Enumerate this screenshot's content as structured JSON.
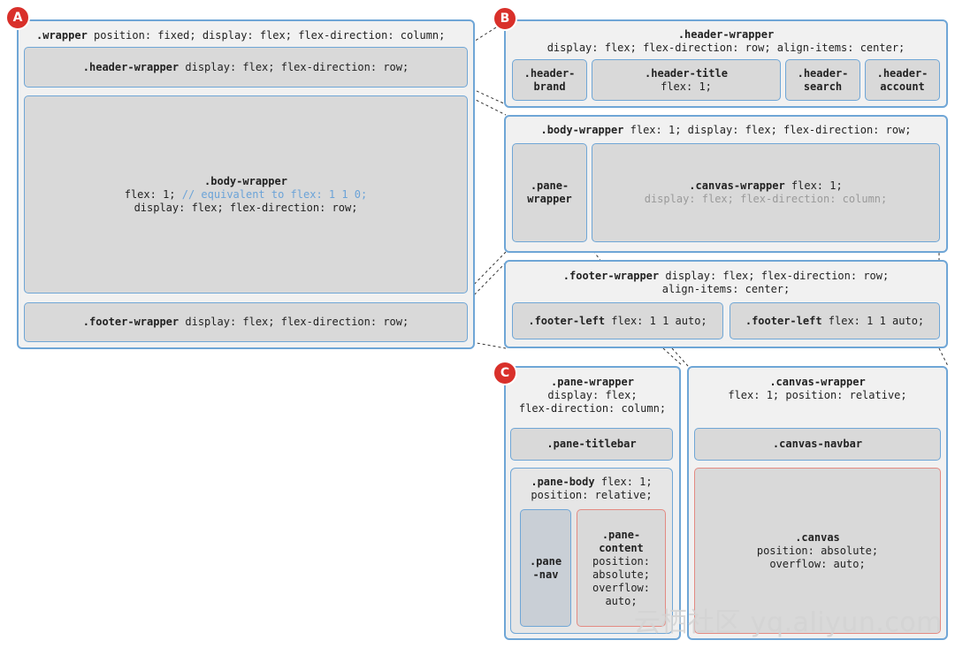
{
  "badges": {
    "a": "A",
    "b": "B",
    "c": "C"
  },
  "diagram_a": {
    "wrapper": {
      "name": ".wrapper",
      "rule": " position: fixed; display: flex; flex-direction: column;"
    },
    "header": {
      "name": ".header-wrapper",
      "rule": " display: flex; flex-direction: row;"
    },
    "body": {
      "name": ".body-wrapper",
      "line1": "flex: 1;",
      "comment": " // equivalent to flex: 1 1 0;",
      "line2": "display: flex; flex-direction: row;"
    },
    "footer": {
      "name": ".footer-wrapper",
      "rule": " display: flex; flex-direction: row;"
    }
  },
  "diagram_b": {
    "header_wrapper": {
      "name": ".header-wrapper",
      "rule": "display: flex; flex-direction: row; align-items: center;"
    },
    "header_brand": {
      "line1": ".header-",
      "line2": "brand"
    },
    "header_title": {
      "name": ".header-title",
      "rule": "flex: 1;"
    },
    "header_search": {
      "line1": ".header-",
      "line2": "search"
    },
    "header_account": {
      "line1": ".header-",
      "line2": "account"
    },
    "body_wrapper": {
      "name": ".body-wrapper",
      "rule": " flex: 1; display: flex; flex-direction: row;"
    },
    "pane_wrapper": {
      "line1": ".pane-",
      "line2": "wrapper"
    },
    "canvas_wrapper": {
      "name": ".canvas-wrapper",
      "rule": " flex: 1;",
      "line2": "display: flex; flex-direction: column;"
    },
    "footer_wrapper": {
      "name": ".footer-wrapper",
      "rule": " display: flex; flex-direction: row;",
      "line2": "align-items: center;"
    },
    "footer_left_1": {
      "name": ".footer-left",
      "rule": " flex: 1 1 auto;"
    },
    "footer_left_2": {
      "name": ".footer-left",
      "rule": " flex: 1 1 auto;"
    }
  },
  "diagram_c": {
    "pane_wrapper": {
      "name": ".pane-wrapper",
      "line2": "display: flex;",
      "line3": "flex-direction: column;"
    },
    "pane_titlebar": {
      "name": ".pane-titlebar"
    },
    "pane_body": {
      "name": ".pane-body",
      "rule": " flex: 1;",
      "line2": "position: relative;"
    },
    "pane_nav": {
      "line1": ".pane",
      "line2": "-nav"
    },
    "pane_content": {
      "line1": ".pane-",
      "line2": "content",
      "line3": "position:",
      "line4": "absolute;",
      "line5": "overflow:",
      "line6": "auto;"
    },
    "canvas_wrapper": {
      "name": ".canvas-wrapper",
      "line2": "flex: 1; position: relative;"
    },
    "canvas_navbar": {
      "name": ".canvas-navbar"
    },
    "canvas": {
      "name": ".canvas",
      "line2": "position: absolute;",
      "line3": "overflow: auto;"
    }
  },
  "watermark": "云栖社区 yq.aliyun.com"
}
